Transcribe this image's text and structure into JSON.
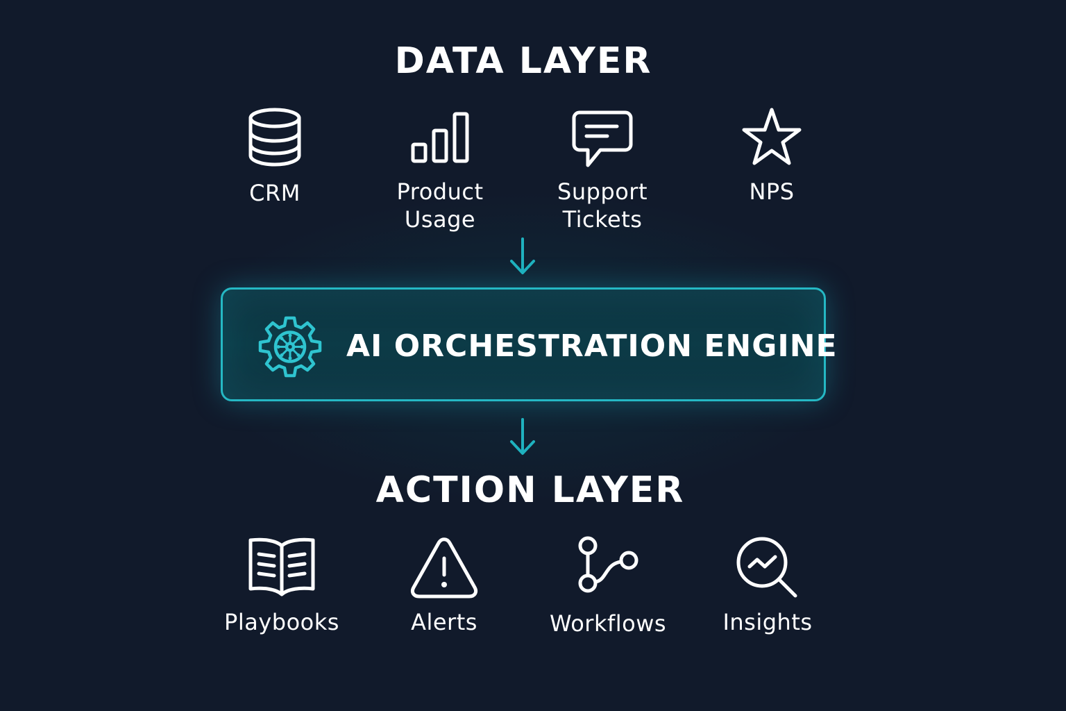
{
  "colors": {
    "background": "#111a2b",
    "accent": "#25b8c4",
    "text": "#ffffff"
  },
  "data_layer": {
    "title": "DATA LAYER",
    "items": [
      {
        "label": "CRM",
        "icon": "database-icon"
      },
      {
        "label": "Product\nUsage",
        "icon": "bar-chart-icon"
      },
      {
        "label": "Support\nTickets",
        "icon": "chat-bubble-icon"
      },
      {
        "label": "NPS",
        "icon": "star-icon"
      }
    ]
  },
  "engine": {
    "label": "AI ORCHESTRATION ENGINE",
    "icon": "gear-icon"
  },
  "action_layer": {
    "title": "ACTION LAYER",
    "items": [
      {
        "label": "Playbooks",
        "icon": "book-icon"
      },
      {
        "label": "Alerts",
        "icon": "warning-icon"
      },
      {
        "label": "Workflows",
        "icon": "workflow-icon"
      },
      {
        "label": "Insights",
        "icon": "magnifier-chart-icon"
      }
    ]
  }
}
